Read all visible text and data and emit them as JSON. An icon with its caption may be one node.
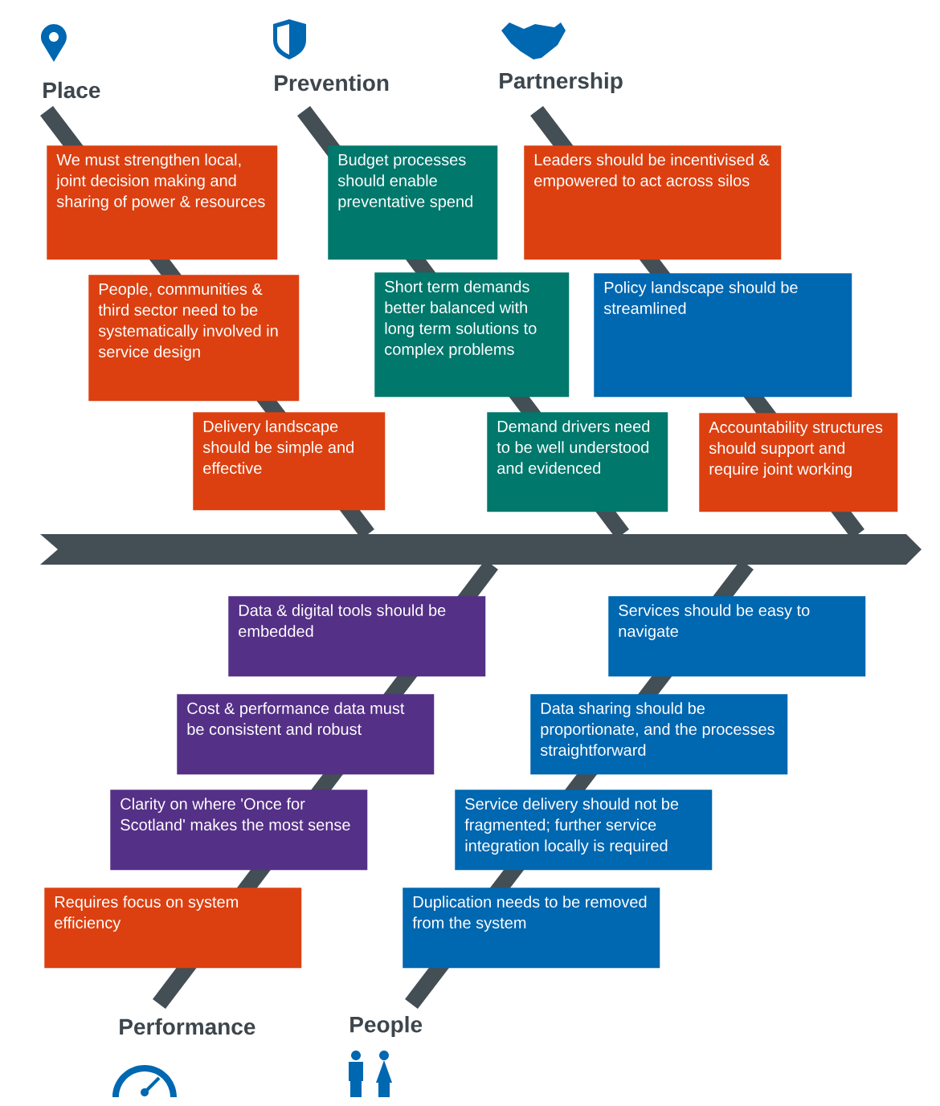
{
  "diagram": {
    "nodes": [
      {
        "text": [
          "We must strengthen local, joint decision making and sharing of power & resources"
        ]
      },
      {
        "text": [
          "Budget processes should enable preventative spend"
        ]
      },
      {
        "text": [
          "Leaders should be incentivised & empowered to act across silos"
        ]
      },
      {
        "text": [
          "People, communities & third sector need to be systematically involved in service design"
        ]
      },
      {
        "text": [
          "Short term demands better balanced with long term solutions to complex problems"
        ]
      },
      {
        "text": [
          "Policy landscape should be streamlined"
        ]
      },
      {
        "text": [
          "Delivery landscape should be simple and effective"
        ]
      },
      {
        "text": [
          "Demand drivers need to be well understood and evidenced"
        ]
      },
      {
        "text": [
          "Accountability structures should support and require joint working"
        ]
      },
      {
        "text": [
          "Data & digital tools should be embedded"
        ]
      },
      {
        "text": [
          "Services should be easy to navigate"
        ]
      },
      {
        "text": [
          "Cost & performance data must be consistent and robust"
        ]
      },
      {
        "text": [
          "Data sharing should be proportionate, and the processes straightforward"
        ]
      },
      {
        "text": [
          "Clarity on where 'Once for Scotland' makes the most sense"
        ]
      },
      {
        "text": [
          "Service delivery should not be fragmented; further service integration locally is required"
        ]
      },
      {
        "text": [
          "Requires focus on system efficiency"
        ]
      },
      {
        "text": [
          "Duplication needs to be removed from the system"
        ]
      }
    ],
    "labels": [
      "Place",
      "Prevention",
      "Partnership",
      "Performance",
      "People"
    ]
  }
}
